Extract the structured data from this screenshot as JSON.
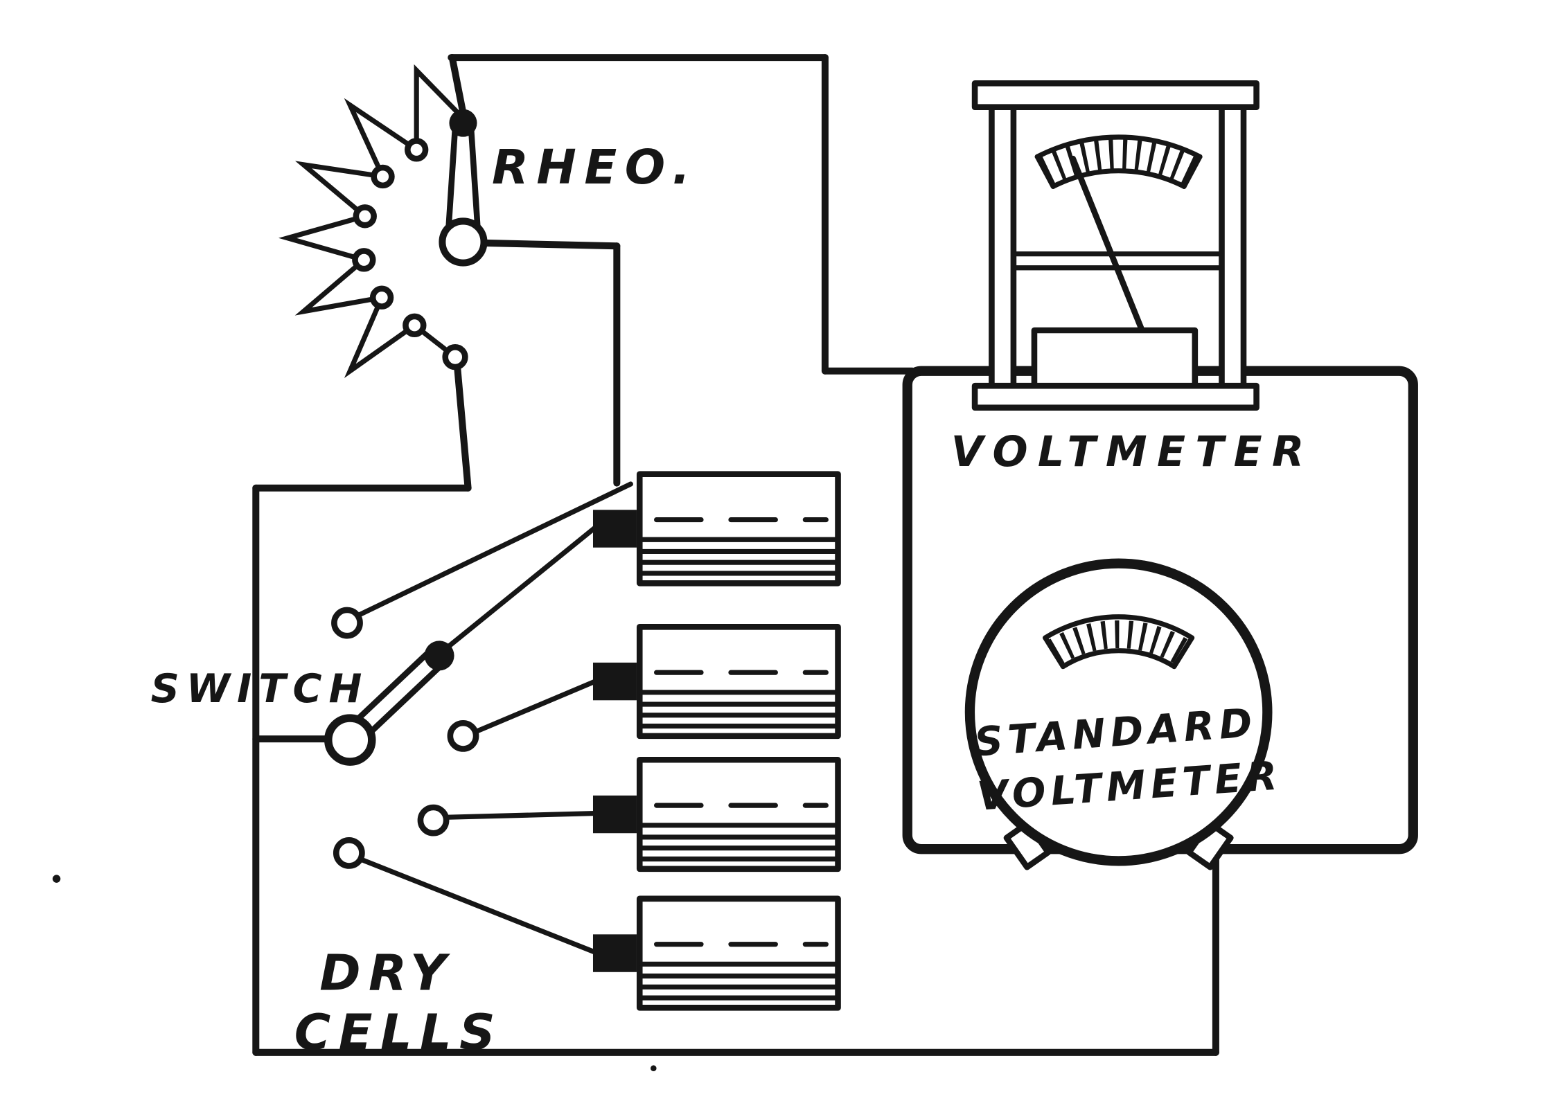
{
  "page": {
    "background": "#ffffff",
    "ink": "#161616",
    "figure_type": "electrical-circuit-diagram"
  },
  "labels": {
    "rheostat": "RHEO.",
    "switch": "SWITCH",
    "dry_cells_line1": "DRY",
    "dry_cells_line2": "CELLS",
    "voltmeter": "VOLTMETER",
    "standard_voltmeter_line1": "STANDARD",
    "standard_voltmeter_line2": "VOLTMETER"
  },
  "components": {
    "dry_cell_count": 4,
    "switch_contact_count": 4,
    "items": [
      "rheostat",
      "selector-switch",
      "dry-cells-battery-bank",
      "voltmeter-under-test",
      "standard-voltmeter",
      "connecting-wires"
    ]
  }
}
